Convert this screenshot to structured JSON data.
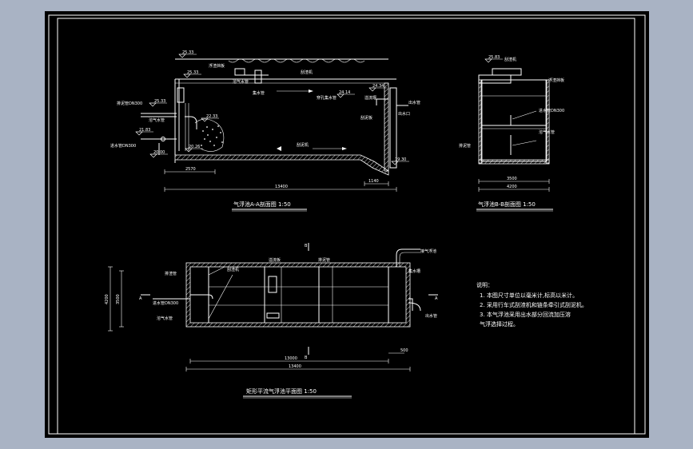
{
  "sectionAA": {
    "title": "气浮池A-A剖面图 1:50",
    "elevations": [
      "25.33",
      "25.33",
      "25.33",
      "22.33",
      "21.83",
      "20.00",
      "20.26",
      "24.14",
      "24.34",
      "19.30"
    ],
    "labels": [
      "浮渣挡板",
      "溶气水管",
      "刮渣机",
      "出水管",
      "排泥管DN300",
      "进水管DN300",
      "溶气水管",
      "集水管",
      "出水口",
      "刮泥机",
      "刮泥板",
      "穿孔集水管",
      "溢流堰"
    ],
    "dims": [
      "2570",
      "13400",
      "1140"
    ]
  },
  "sectionBB": {
    "title": "气浮池B-B剖面图 1:50",
    "elevations": [
      "25.83"
    ],
    "labels": [
      "刮渣机",
      "浮渣挡板",
      "进水管DN300",
      "溶气水管",
      "排泥管"
    ],
    "dims": [
      "3500",
      "4200"
    ]
  },
  "plan": {
    "title": "矩形平流气浮池平面图 1:50",
    "labels": [
      "排渣管",
      "刮渣机",
      "溢流板",
      "排泥管",
      "进水管DN300",
      "溶气水管",
      "接气浮池",
      "出水管",
      "集水槽"
    ],
    "section_marks": [
      "A",
      "A",
      "B",
      "B"
    ],
    "dims": [
      "13000",
      "13400",
      "500",
      "4200",
      "3500"
    ]
  },
  "notes": {
    "heading": "说明：",
    "items": [
      "1. 本图尺寸单位以毫米计,标高以米计。",
      "2. 采用行车式刮渣机和链条牵引式刮泥机。",
      "3. 本气浮池采用出水部分回流加压溶",
      "气浮选择过程。"
    ]
  }
}
